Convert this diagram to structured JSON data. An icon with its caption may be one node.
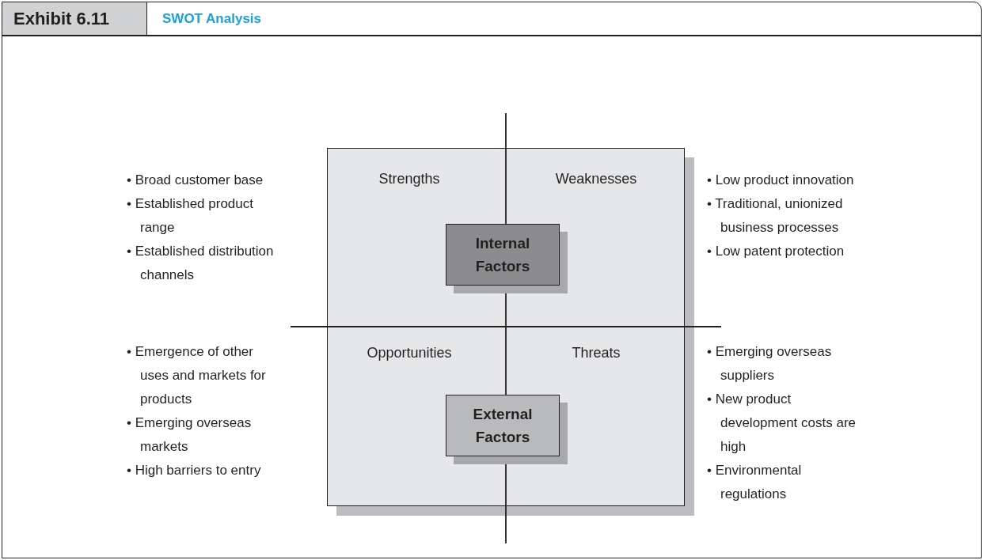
{
  "diagram": {
    "title": "SWOT Analysis",
    "nodes": [
      {
        "text": [],
        "shape": "box"
      },
      {
        "text": [
          "Strengths"
        ],
        "in": 0
      },
      {
        "text": [
          "Weaknesses"
        ],
        "in": 0
      },
      {
        "text": [
          "Opportunities"
        ],
        "in": 0
      },
      {
        "text": [
          "Threats"
        ],
        "in": 0
      },
      {
        "text": [
          "Internal Factors"
        ],
        "in": 0
      },
      {
        "text": [
          "External Factors"
        ],
        "in": 0
      }
    ],
    "labels": [
      "Exhibit 6.11",
      "• Broad customer base",
      "• Established product range",
      "• Established distribution channels",
      "• Low product innovation",
      "• Traditional, unionized business processes",
      "• Low patent protection",
      "• Emergence of other uses and markets for products",
      "• Emerging overseas markets",
      "• High barriers to entry",
      "• Emerging overseas suppliers",
      "• New product development costs are high",
      "• Environmental regulations"
    ]
  }
}
